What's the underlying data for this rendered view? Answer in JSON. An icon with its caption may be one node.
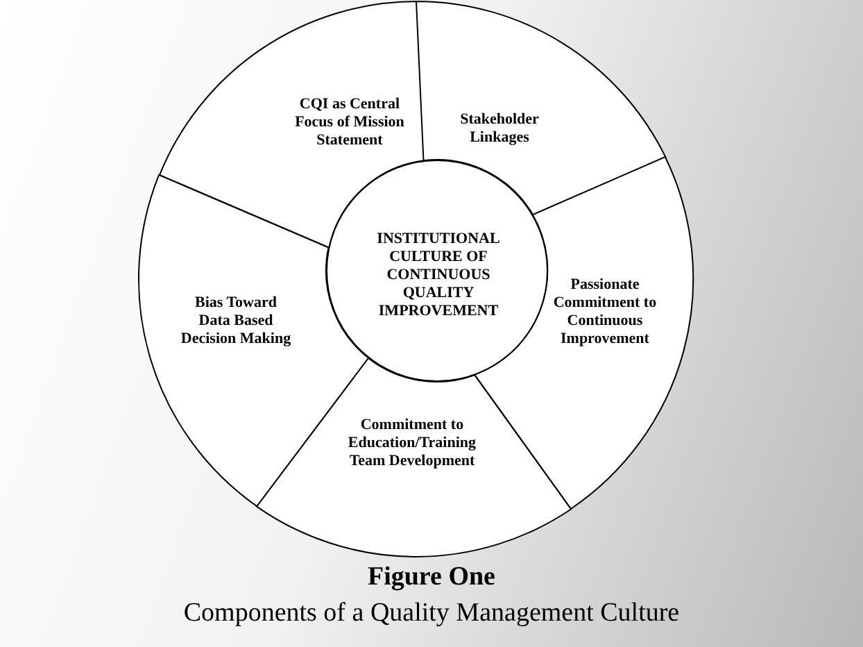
{
  "diagram": {
    "title": "Figure One",
    "caption": "Components of a Quality Management Culture",
    "nodes": [
      {
        "text": [
          "CQI as Central Focus of Mission Statement"
        ]
      },
      {
        "text": [
          "Stakeholder Linkages"
        ]
      },
      {
        "text": [
          "INSTITUTIONAL CULTURE OF CONTINUOUS QUALITY IMPROVEMENT"
        ]
      },
      {
        "text": [
          "Bias Toward Data Based Decision Making"
        ]
      },
      {
        "text": [
          "Passionate Commitment to Continuous Improvement"
        ]
      },
      {
        "text": [
          "Commitment to Education/Training Team Development"
        ]
      }
    ]
  }
}
